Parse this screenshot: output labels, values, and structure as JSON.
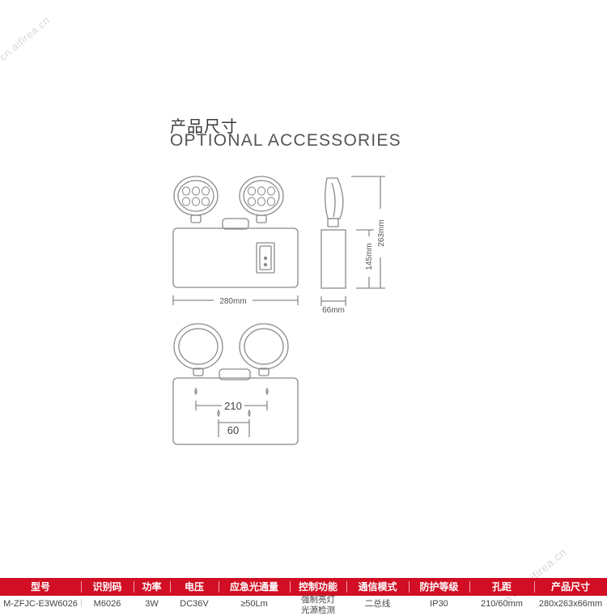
{
  "watermark": {
    "text": "cn.aifirea.cn",
    "text2": "www.aifirea.cn"
  },
  "heading": {
    "cn": "产品尺寸",
    "en": "OPTIONAL ACCESSORIES"
  },
  "dimensions": {
    "width": "280mm",
    "depth": "66mm",
    "height_total": "263mm",
    "height_body": "145mm",
    "hole_spacing": "210",
    "hole_pitch": "60"
  },
  "spec_table": {
    "headers": [
      "型号",
      "识别码",
      "功率",
      "电压",
      "应急光通量",
      "控制功能",
      "通信模式",
      "防护等级",
      "孔距",
      "产品尺寸"
    ],
    "values": [
      "M-ZFJC-E3W6026",
      "M6026",
      "3W",
      "DC36V",
      "≥50Lm",
      "强制亮灯",
      "二总线",
      "IP30",
      "210/60mm",
      "280x263x66mm"
    ],
    "control_line2": "光源检测"
  },
  "colors": {
    "header_bg": "#d10e23",
    "line": "#8a8a8a",
    "text": "#444444"
  }
}
